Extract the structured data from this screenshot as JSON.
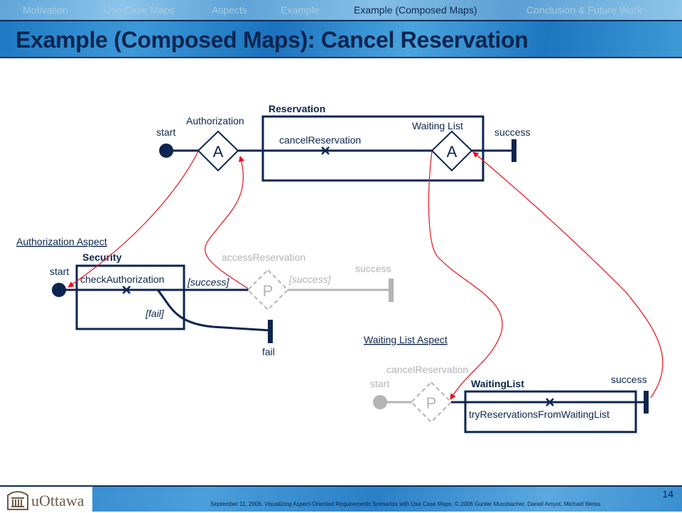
{
  "nav": {
    "items": [
      {
        "label": "Motivation",
        "active": false
      },
      {
        "label": "Use Case Maps",
        "active": false
      },
      {
        "label": "Aspects",
        "active": false
      },
      {
        "label": "Example",
        "active": false
      },
      {
        "label": "Example (Composed Maps)",
        "active": true
      },
      {
        "label": "Conclusion & Future Work",
        "active": false
      }
    ]
  },
  "slide": {
    "title": "Example (Composed Maps): Cancel Reservation"
  },
  "colors": {
    "path": "#0c2550",
    "plugin_link": "#e8101c",
    "faded": "#b4b4b4",
    "title_text": "#0c2550"
  },
  "diagram": {
    "root_map": {
      "start_label": "start",
      "authorization_stub": {
        "label": "Authorization",
        "glyph": "A"
      },
      "component": {
        "label": "Reservation",
        "responsibility": "cancelReservation"
      },
      "waiting_list_stub": {
        "label": "Waiting List",
        "glyph": "A"
      },
      "end_label": "success"
    },
    "authorization_aspect": {
      "title": "Authorization Aspect",
      "start_label": "start",
      "component": {
        "label": "Security",
        "responsibility": "checkAuthorization"
      },
      "success_guard": "[success]",
      "fail_guard": "[fail]",
      "fail_end": "fail",
      "pointcut_stub": {
        "label": "accessReservation",
        "glyph": "P"
      },
      "pointcut_guard": "[success]",
      "pointcut_end": "success"
    },
    "waiting_list_aspect": {
      "title": "Waiting List Aspect",
      "pointcut_stub": {
        "label": "cancelReservation",
        "glyph": "P"
      },
      "start_label": "start",
      "component": {
        "label": "WaitingList",
        "responsibility": "tryReservationsFromWaitingList"
      },
      "end_label": "success"
    }
  },
  "footer": {
    "logo": "uOttawa",
    "citation": "September 11, 2006.   Visualizing Aspect-Oriented Requirements Scenarios with Use Case Maps.   © 2006 Gunter Mussbacher, Daniel Amyot, Michael Weiss",
    "page_number": "14"
  }
}
